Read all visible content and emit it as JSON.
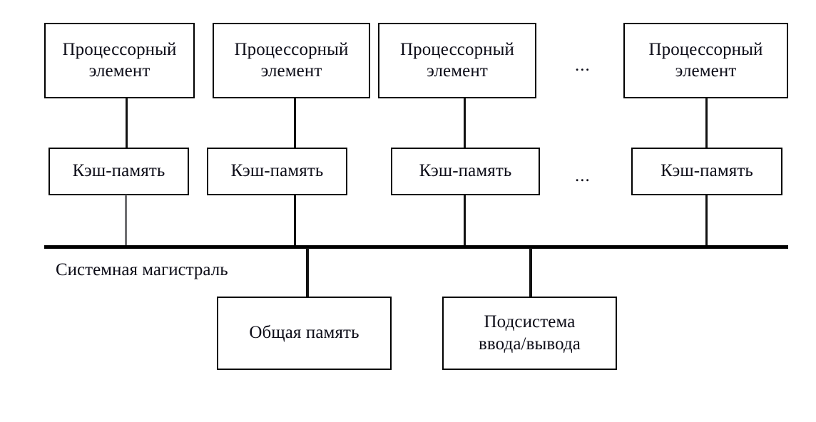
{
  "diagram": {
    "title": "Shared-memory multiprocessor block diagram",
    "background_color": "#ffffff",
    "line_color": "#000000",
    "text_color": "#0d0d18",
    "processor_elements": [
      {
        "label": "Процессорный\nэлемент"
      },
      {
        "label": "Процессорный\nэлемент"
      },
      {
        "label": "Процессорный\nэлемент"
      },
      {
        "label": "Процессорный\nэлемент"
      }
    ],
    "caches": [
      {
        "label": "Кэш-память"
      },
      {
        "label": "Кэш-память"
      },
      {
        "label": "Кэш-память"
      },
      {
        "label": "Кэш-память"
      }
    ],
    "ellipsis_top": "...",
    "ellipsis_cache": "...",
    "bus_label": "Системная магистраль",
    "bottom_nodes": [
      {
        "label": "Общая память"
      },
      {
        "label": "Подсистема\nввода/вывода"
      }
    ]
  }
}
